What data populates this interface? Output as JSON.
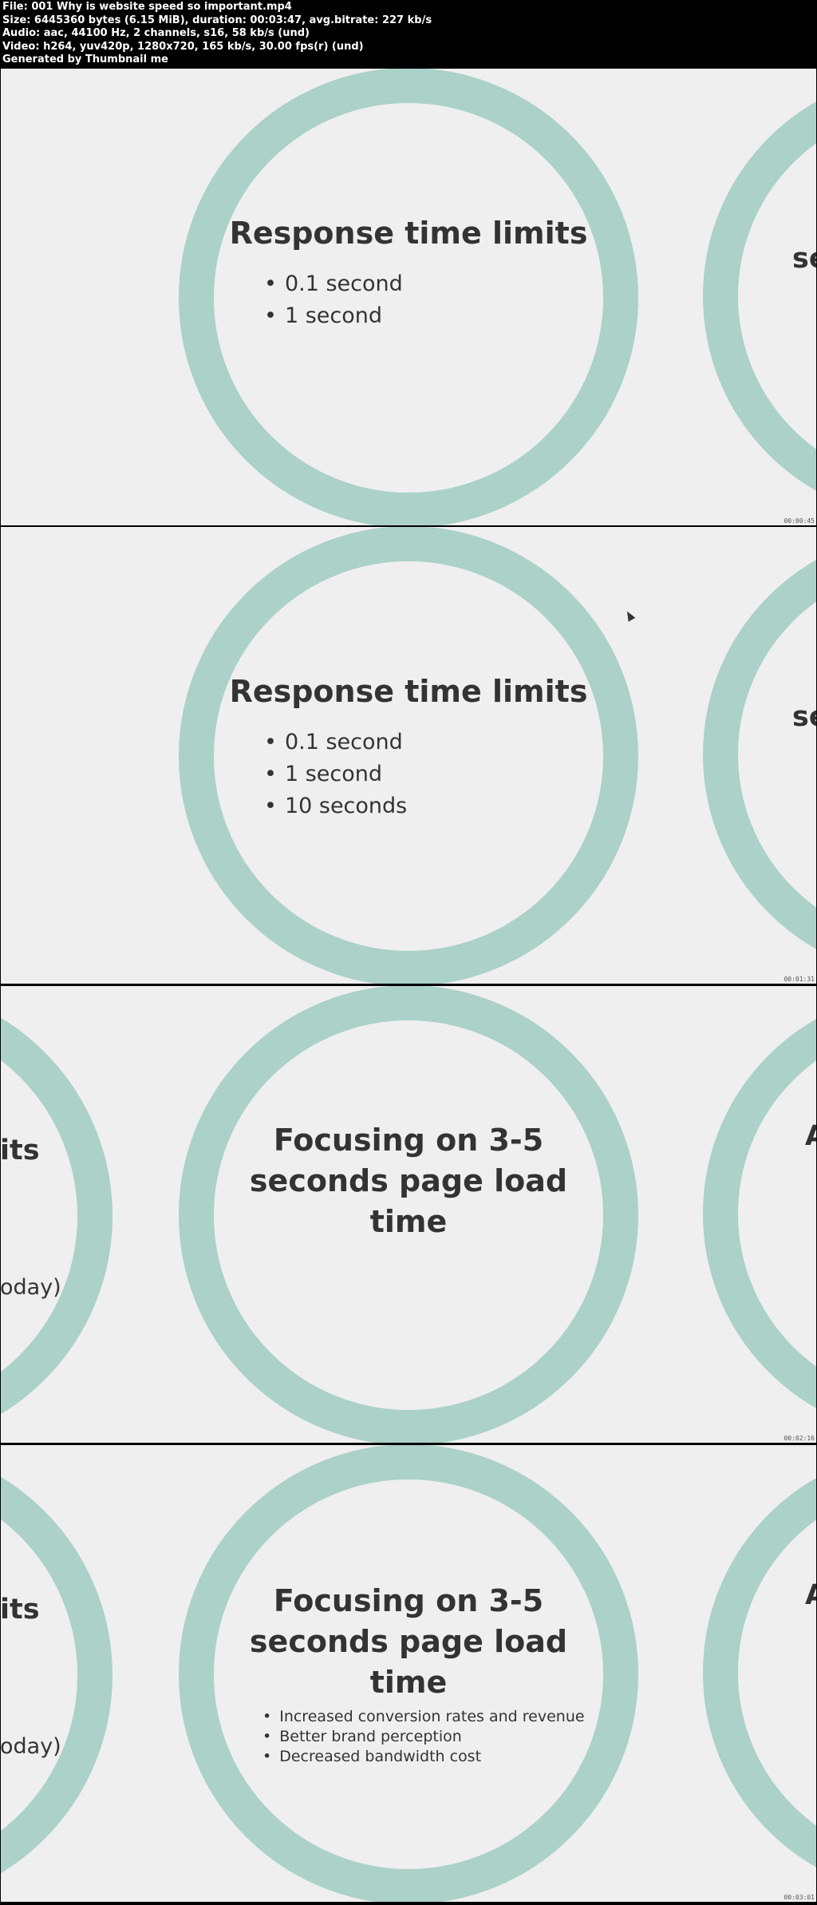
{
  "header": {
    "lines": [
      "File: 001 Why is website speed so important.mp4",
      "Size: 6445360 bytes (6.15 MiB), duration: 00:03:47, avg.bitrate: 227 kb/s",
      "Audio: aac, 44100 Hz, 2 channels, s16, 58 kb/s (und)",
      "Video: h264, yuv420p, 1280x720, 165 kb/s, 30.00 fps(r) (und)",
      "Generated by Thumbnail me"
    ]
  },
  "frames": [
    {
      "title": "Response time limits",
      "bullets": [
        "0.1 second",
        "1 second"
      ],
      "right_peek": "se",
      "timestamp": "00:00:45"
    },
    {
      "title": "Response time limits",
      "bullets": [
        "0.1 second",
        "1 second",
        "10 seconds"
      ],
      "right_peek": "se",
      "timestamp": "00:01:31"
    },
    {
      "title_lines": [
        "Focusing on 3-5",
        "seconds page load",
        "time"
      ],
      "left_peek_title": "its",
      "left_peek_text": "oday)",
      "right_peek": "A",
      "timestamp": "00:02:16"
    },
    {
      "title_lines": [
        "Focusing on 3-5",
        "seconds page load",
        "time"
      ],
      "bullets": [
        "Increased conversion rates and revenue",
        "Better brand perception",
        "Decreased bandwidth cost"
      ],
      "left_peek_title": "its",
      "left_peek_text": "oday)",
      "right_peek": "A",
      "timestamp": "00:03:01"
    }
  ]
}
